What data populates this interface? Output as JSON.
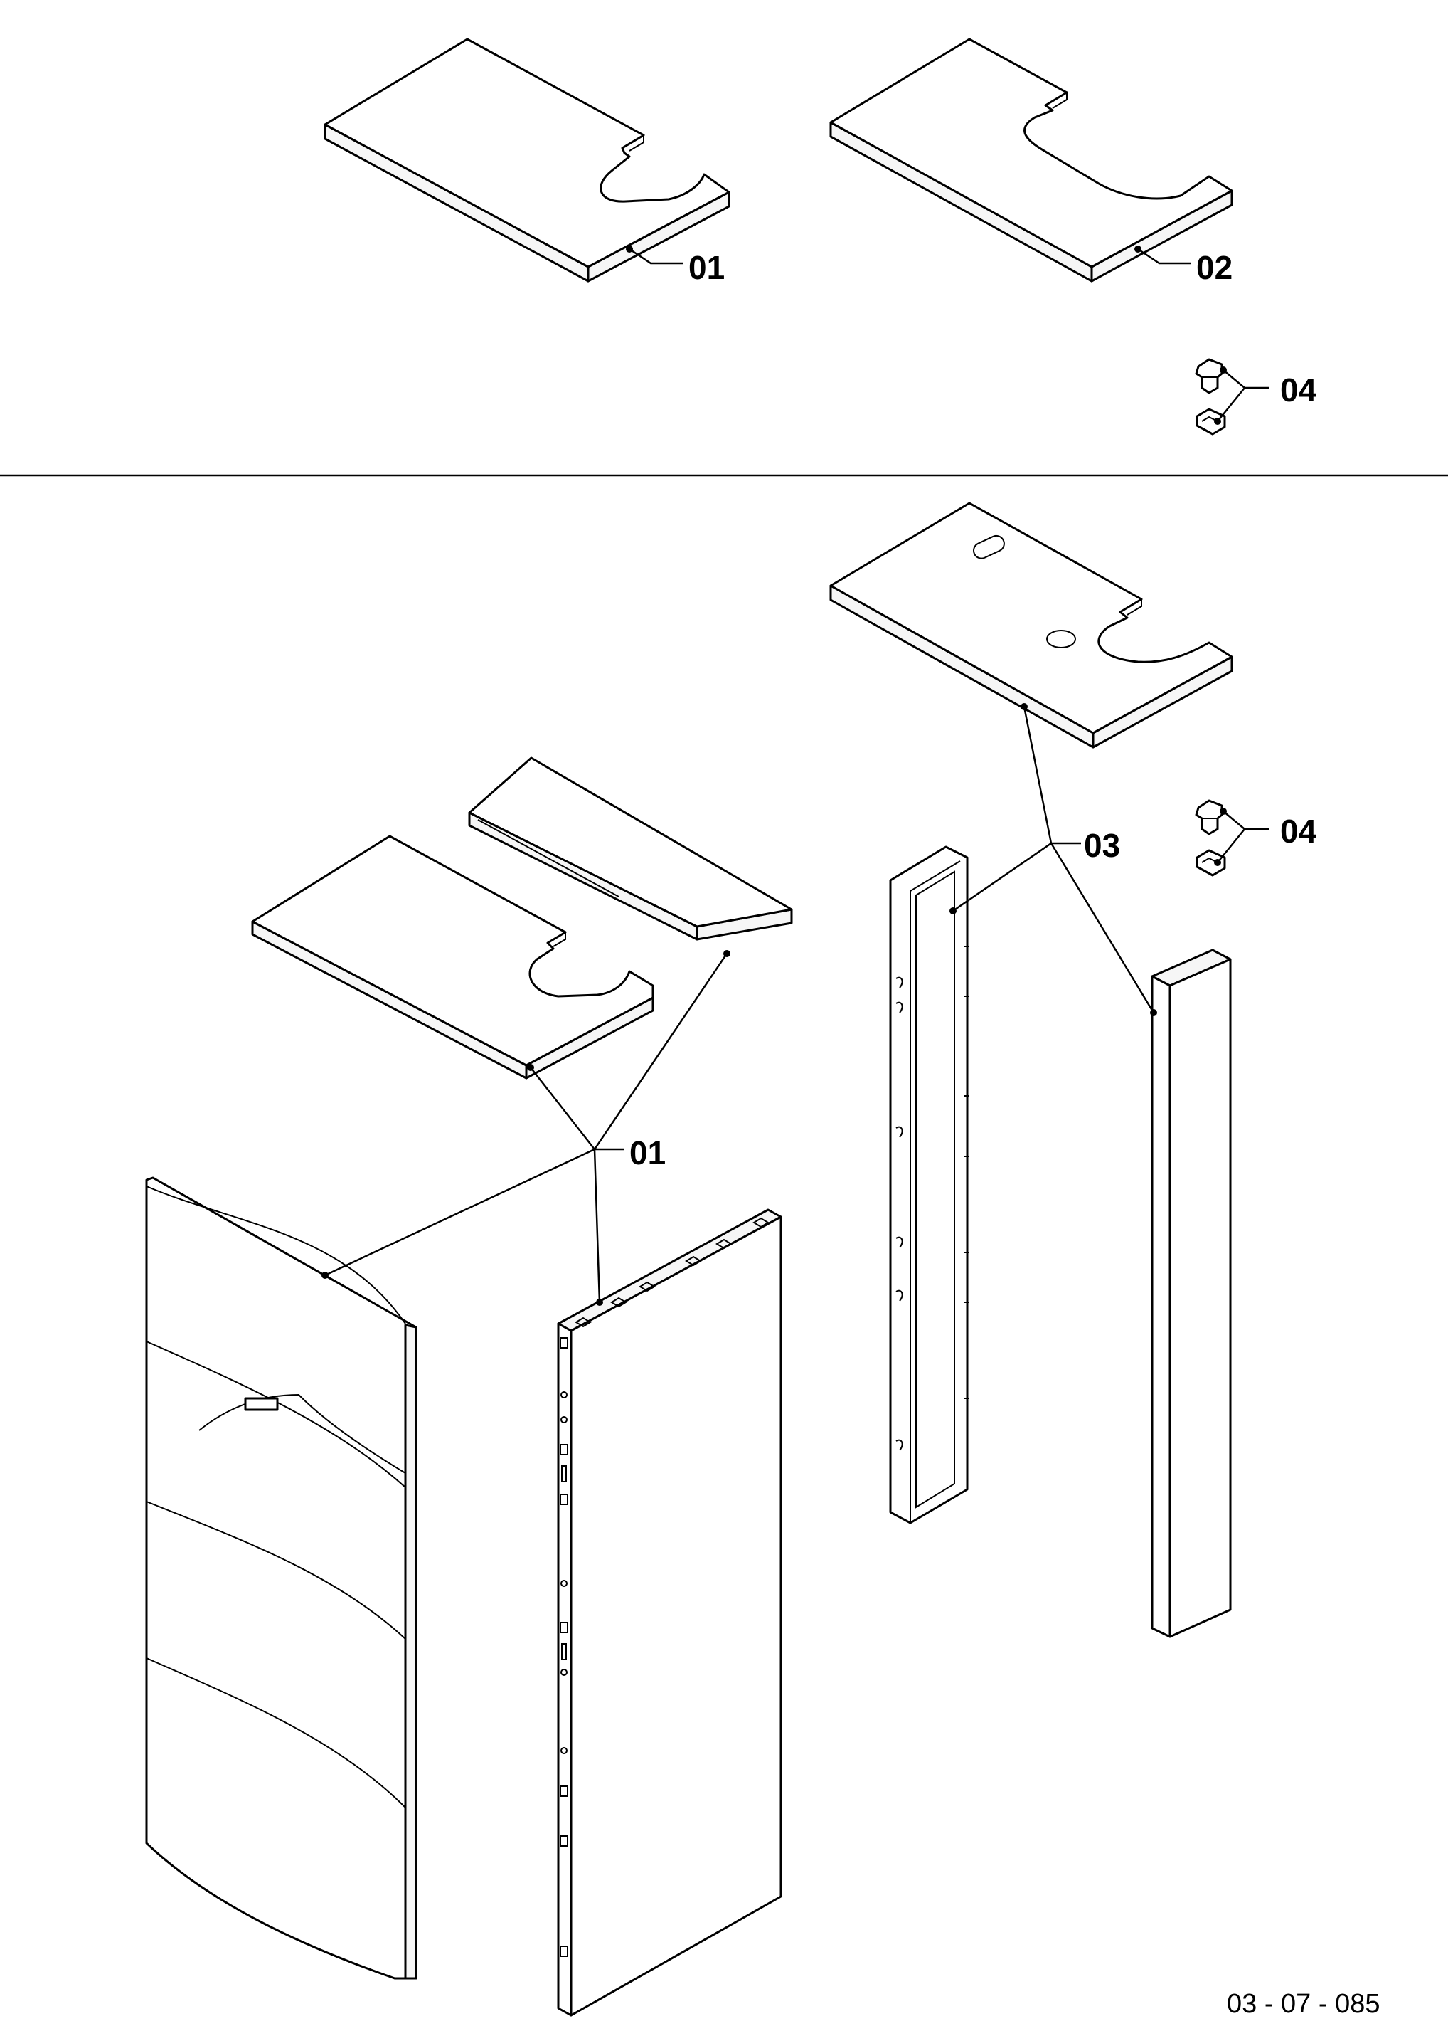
{
  "colors": {
    "line": "#000000",
    "paper": "#ffffff"
  },
  "callouts": {
    "top_panel_left": "01",
    "top_panel_right": "02",
    "clips_top": "04",
    "frame_group": "03",
    "clips_bottom": "04",
    "panel_group": "01"
  },
  "document_number": "03 - 07 - 085"
}
